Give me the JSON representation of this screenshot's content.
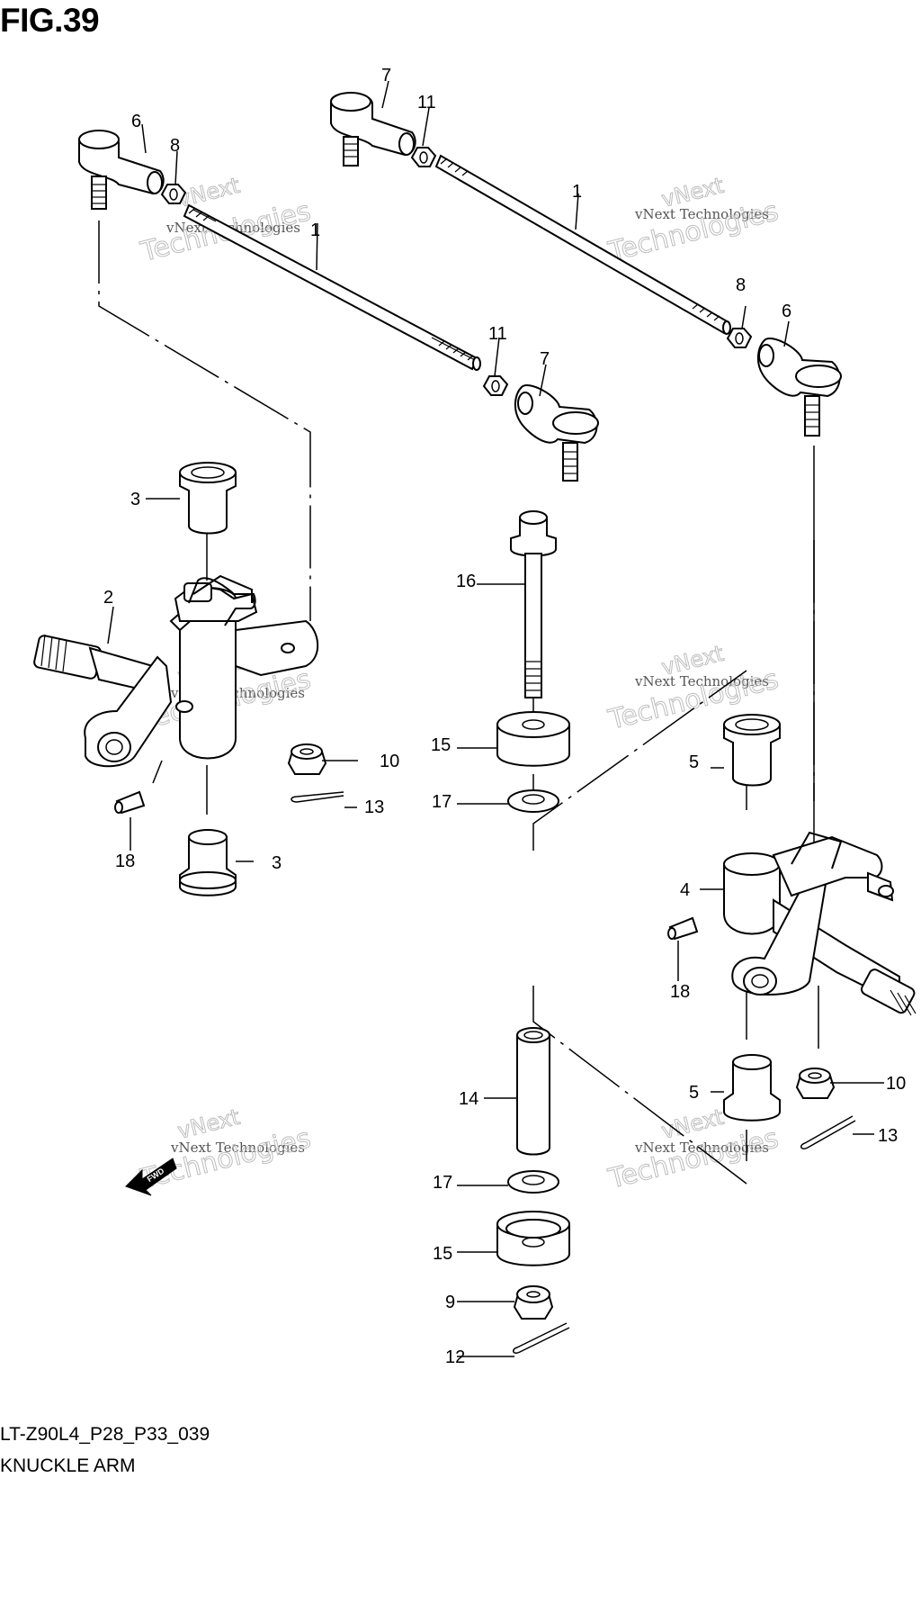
{
  "header": {
    "figure": "FIG.39"
  },
  "footer": {
    "model_code": "LT-Z90L4_P28_P33_039",
    "section_name": "KNUCKLE ARM"
  },
  "watermark": {
    "line1": "vNext Technologies",
    "line2": "Technologies",
    "line3": "vNext"
  },
  "fwd_label": "FWD",
  "callouts": {
    "c1a": "1",
    "c1b": "1",
    "c2": "2",
    "c3a": "3",
    "c3b": "3",
    "c4": "4",
    "c5a": "5",
    "c5b": "5",
    "c6a": "6",
    "c6b": "6",
    "c7a": "7",
    "c7b": "7",
    "c8a": "8",
    "c8b": "8",
    "c9": "9",
    "c10a": "10",
    "c10b": "10",
    "c11a": "11",
    "c11b": "11",
    "c12": "12",
    "c13a": "13",
    "c13b": "13",
    "c14": "14",
    "c15a": "15",
    "c15b": "15",
    "c16": "16",
    "c17a": "17",
    "c17b": "17",
    "c18a": "18",
    "c18b": "18"
  }
}
